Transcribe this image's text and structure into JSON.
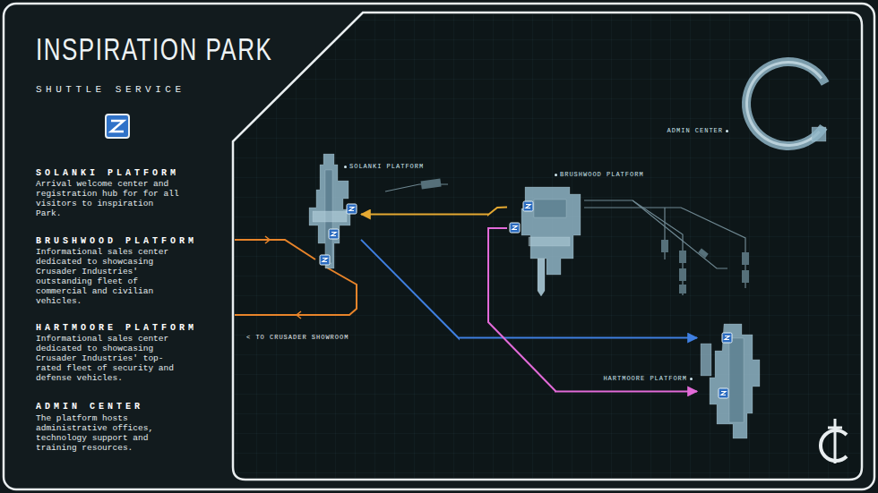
{
  "diagram": {
    "title": "INSPIRATION PARK",
    "nodes": [
      {
        "text": [
          "SOLANKI PLATFORM"
        ]
      },
      {
        "text": [
          "BRUSHWOOD PLATFORM"
        ]
      },
      {
        "text": [
          "HARTMOORE PLATFORM"
        ]
      },
      {
        "text": [
          "ADMIN CENTER"
        ]
      }
    ],
    "edges": [
      {
        "from": 1,
        "to": 0,
        "arrow": "to"
      },
      {
        "from": 0,
        "to": 2,
        "arrow": "to"
      },
      {
        "from": 1,
        "to": 2,
        "arrow": "to"
      }
    ],
    "labels": [
      "SHUTTLE SERVICE",
      "SOLANKI PLATFORM",
      "Arrival welcome center and registration hub for for all visitors to inspiration Park.",
      "BRUSHWOOD PLATFORM",
      "Informational sales center dedicated to showcasing Crusader Industries' outstanding fleet of commercial and civilian vehicles.",
      "HARTMOORE PLATFORM",
      "Informational sales center dedicated to showcasing Crusader Industries' top-rated fleet of security and defense vehicles.",
      "ADMIN CENTER",
      "The platform hosts administrative offices, technology support and training resources.",
      "< TO CRUSADER SHOWROOM"
    ]
  }
}
